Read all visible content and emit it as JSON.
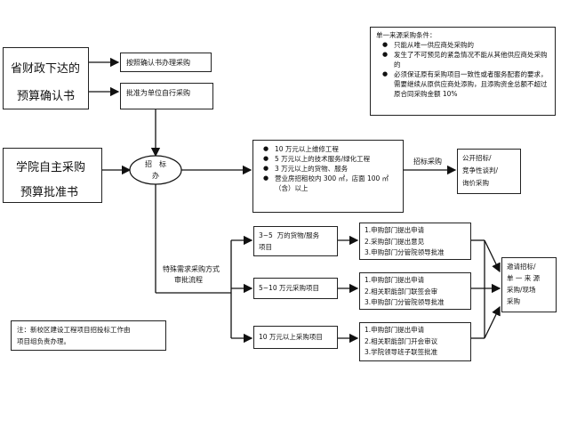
{
  "left_boxes": {
    "province_line1": "省财政下达的",
    "province_line2": "预算确认书",
    "college_line1": "学院自主采购",
    "college_line2": "预算批准书"
  },
  "small_boxes": {
    "confirm_purchase": "按照确认书办理采购",
    "approve_unit": "批准为单位自行采购"
  },
  "center": {
    "hub_line1": "招　标",
    "hub_line2": "办"
  },
  "tender_list": [
    "10 万元以上维修工程",
    "5 万元以上的技术服务/绿化工程",
    "3 万元以上的货物、服务",
    "营业房招租校内 300 ㎡，店面 100 ㎡（含）以上"
  ],
  "tender_arrow_label": "招标采购",
  "public_tender": "公开招标/\n竞争性谈判/\n询价采购",
  "single_source": {
    "title": "单一来源采购条件：",
    "items": [
      "只能从唯一供应商处采购的",
      "发生了不可预见的紧急情况不能从其他供应商处采购的",
      "必须保证原有采购项目一致性或者服务配套的要求，需要继续从原供应商处添购，且添购资金总额不超过原合同采购金额 10%"
    ]
  },
  "special_label_line1": "特殊需求采购方式",
  "special_label_line2": "审批流程",
  "tiers": [
    {
      "label": "3~5  万的货物/服务\n项目",
      "steps": "1.申购部门提出申请\n2.采购部门提出意见\n3.申购部门分管院领导批准"
    },
    {
      "label": "5~10 万元采购项目",
      "steps": "1.申购部门提出申请\n2.相关职能部门联签会审\n3.申购部门分管院领导批准"
    },
    {
      "label": "10 万元以上采购项目",
      "steps": "1.申购部门提出申请\n2.相关职能部门开会审议\n3.学院领导班子联签批准"
    }
  ],
  "final_box": "邀请招标/\n单 一 来 源\n采购/现场\n采购",
  "note": "注：新校区建设工程项目招投标工作由\n项目组负责办理。"
}
